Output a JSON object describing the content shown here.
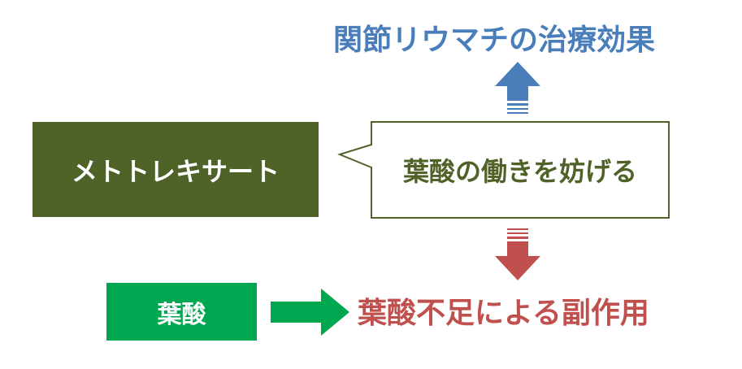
{
  "outcome_top": "関節リウマチの治療効果",
  "mtx_label": "メトトレキサート",
  "callout_text": "葉酸の働きを妨げる",
  "folate_label": "葉酸",
  "outcome_bottom": "葉酸不足による副作用",
  "colors": {
    "blue": "#4a7ebb",
    "dark_olive": "#4f6228",
    "green": "#00a650",
    "red": "#c0504d"
  }
}
